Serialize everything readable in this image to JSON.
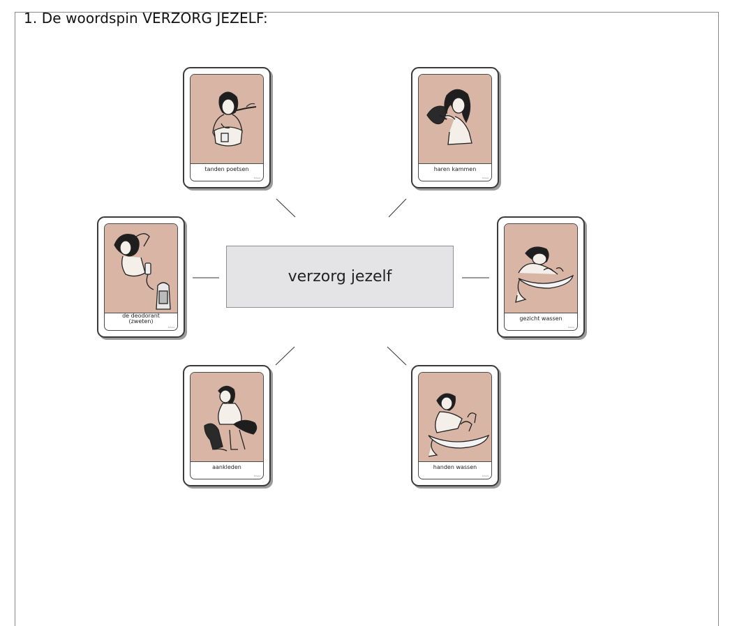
{
  "heading": "1. De woordspin VERZORG JEZELF:",
  "center_label": "verzorg jezelf",
  "cards": {
    "top_left": {
      "caption": "tanden poetsen",
      "credit": "Sclera"
    },
    "top_right": {
      "caption": "haren kammen",
      "credit": "Sclera"
    },
    "mid_left": {
      "caption": "de deodorant\n(zweten)",
      "credit": "Sclera"
    },
    "mid_right": {
      "caption": "gezicht wassen",
      "credit": "Sclera"
    },
    "bottom_left": {
      "caption": "aankleden",
      "credit": "Sclera"
    },
    "bottom_right": {
      "caption": "handen wassen",
      "credit": "Sclera"
    }
  },
  "colors": {
    "picture_background": "#d8b5a4",
    "center_fill": "#e4e4e6"
  }
}
